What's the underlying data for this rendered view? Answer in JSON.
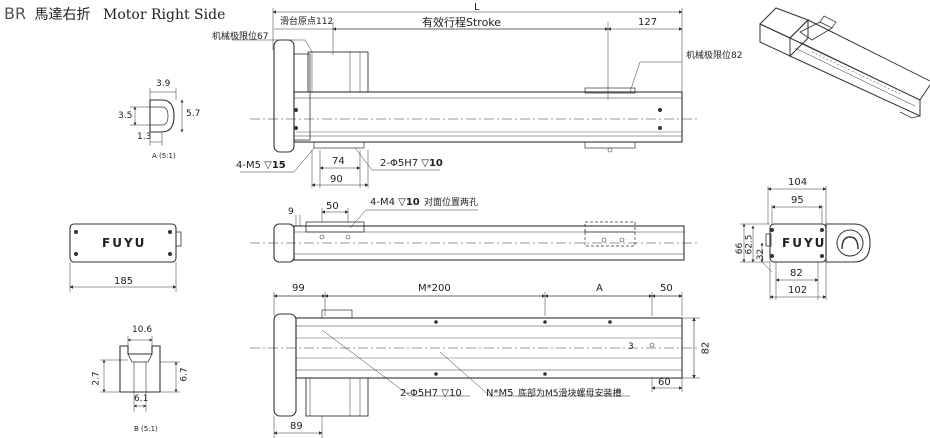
{
  "header": {
    "prefix": "BR",
    "title": "馬達右折",
    "subtitle": "Motor Right Side"
  },
  "logo_text": "FUYU",
  "top_view": {
    "L": "L",
    "origin": "滑台原点112",
    "stroke": "有效行程Stroke",
    "d127": "127",
    "limit67": "机械极限位67",
    "limit82": "机械极限位82",
    "holes_m5": "4-M5",
    "depth15": "15",
    "d74": "74",
    "pin_holes": "2-Φ5H7",
    "depth10": "10",
    "d90": "90"
  },
  "section_a": {
    "d39": "3.9",
    "d35": "3.5",
    "d13": "1.3",
    "d57": "5.7",
    "caption": "A (5:1)"
  },
  "side_view": {
    "d9": "9",
    "d50": "50",
    "holes_m4": "4-M4",
    "depth10": "10",
    "note": "对面位置两孔"
  },
  "end_view_left": {
    "d185": "185"
  },
  "end_view_right": {
    "d104": "104",
    "d95": "95",
    "d66": "66",
    "d625": "62.5",
    "d32": "32",
    "d82": "82",
    "d102": "102"
  },
  "bottom_view": {
    "d99": "99",
    "m200": "M*200",
    "a": "A",
    "d50": "50",
    "d82": "82",
    "d3": "3",
    "d60": "60",
    "d89": "89",
    "pin_holes": "2-Φ5H7",
    "depth10": "10",
    "nm5": "N*M5",
    "nut_note": "底部为M5滑块螺母安装槽"
  },
  "section_b": {
    "d106": "10.6",
    "d27": "2.7",
    "d67": "6.7",
    "d61": "6.1",
    "caption": "B (5:1)"
  }
}
